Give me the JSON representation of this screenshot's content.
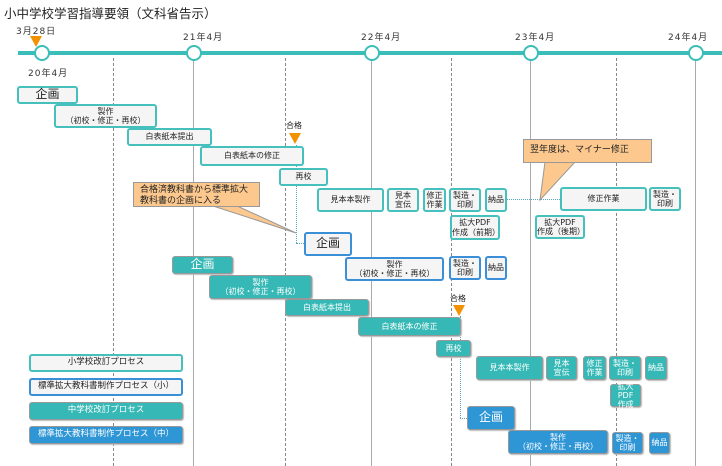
{
  "title": "小中学校学習指導要領（文科省告示）",
  "timeline": {
    "start_label": "3月28日",
    "start_year": "20年4月",
    "years": [
      "21年4月",
      "22年4月",
      "23年4月",
      "24年4月"
    ]
  },
  "pass_label": "合格",
  "elementary": {
    "plan": "企画",
    "production": "製作\n（初校・修正・再校）",
    "submit": "白表紙本提出",
    "revise": "白表紙本の修正",
    "reproof": "再校",
    "sample": "見本本製作",
    "promo": "見本\n宣伝",
    "fix": "修正\n作業",
    "print": "製造・\n印刷",
    "deliver": "納品",
    "pdf_early": "拡大PDF\n作成（前期）",
    "fix_work": "修正作業",
    "print2": "製造・\n印刷",
    "pdf_late": "拡大PDF\n作成（後期）"
  },
  "callouts": {
    "minor": "翌年度は、マイナー修正",
    "enlarged": "合格済教科書から標準拡大教科書の企画に入る"
  },
  "elementary_enlarged": {
    "plan": "企画",
    "production": "製作\n（初校・修正・再校）",
    "print": "製造・\n印刷",
    "deliver": "納品"
  },
  "middle": {
    "plan": "企画",
    "production": "製作\n（初校・修正・再校）",
    "submit": "白表紙本提出",
    "revise": "白表紙本の修正",
    "reproof": "再校",
    "sample": "見本本製作",
    "promo": "見本\n宣伝",
    "fix": "修正\n作業",
    "print": "製造・\n印刷",
    "deliver": "納品",
    "pdf": "拡大PDF\n作成"
  },
  "middle_enlarged": {
    "plan": "企画",
    "production": "製作\n（初校・修正・再校）",
    "print": "製造・\n印刷",
    "deliver": "納品"
  },
  "legend": [
    "小学校改訂プロセス",
    "標準拡大教科書制作プロセス（小）",
    "中学校改訂プロセス",
    "標準拡大教科書制作プロセス（中）"
  ],
  "colors": {
    "teal": "#36b9b6",
    "blue": "#2f96d6",
    "orange": "#f39200",
    "callout": "#fcc88e"
  }
}
